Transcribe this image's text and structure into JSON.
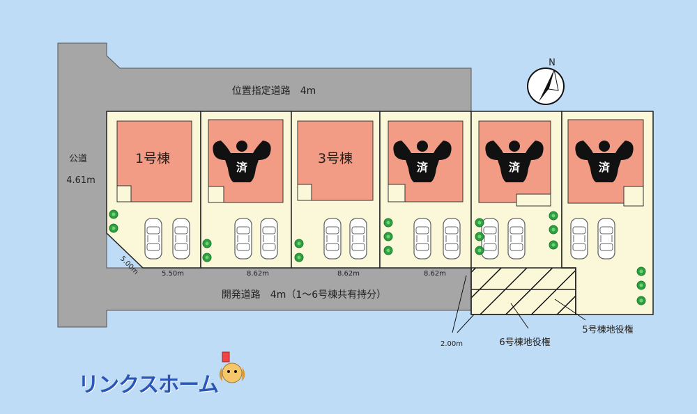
{
  "colors": {
    "background": "#bfdcf6",
    "road": "#a6a6a6",
    "lot": "#fbf8d9",
    "building": "#f39c85",
    "tree": "#2ea043"
  },
  "roads": {
    "designated_road": "位置指定道路　4m",
    "public_road": "公道",
    "public_road_width": "4.61m",
    "development_road": "開発道路　4m（1〜6号棟共有持分）"
  },
  "dimensions": {
    "corner": "5.00m",
    "lot1_width": "5.50m",
    "lot2_width": "8.62m",
    "lot3_width": "8.62m",
    "lot4_width": "8.62m",
    "passage_width": "2.00m"
  },
  "lots": [
    {
      "label": "1号棟",
      "sold": false
    },
    {
      "label": "",
      "sold": true
    },
    {
      "label": "3号棟",
      "sold": false
    },
    {
      "label": "",
      "sold": true
    },
    {
      "label": "",
      "sold": true
    },
    {
      "label": "",
      "sold": true
    }
  ],
  "sold_mark": "済",
  "easements": {
    "lot6": "6号棟地役権",
    "lot5": "5号棟地役権"
  },
  "compass": "N",
  "logo": "リンクスホーム"
}
